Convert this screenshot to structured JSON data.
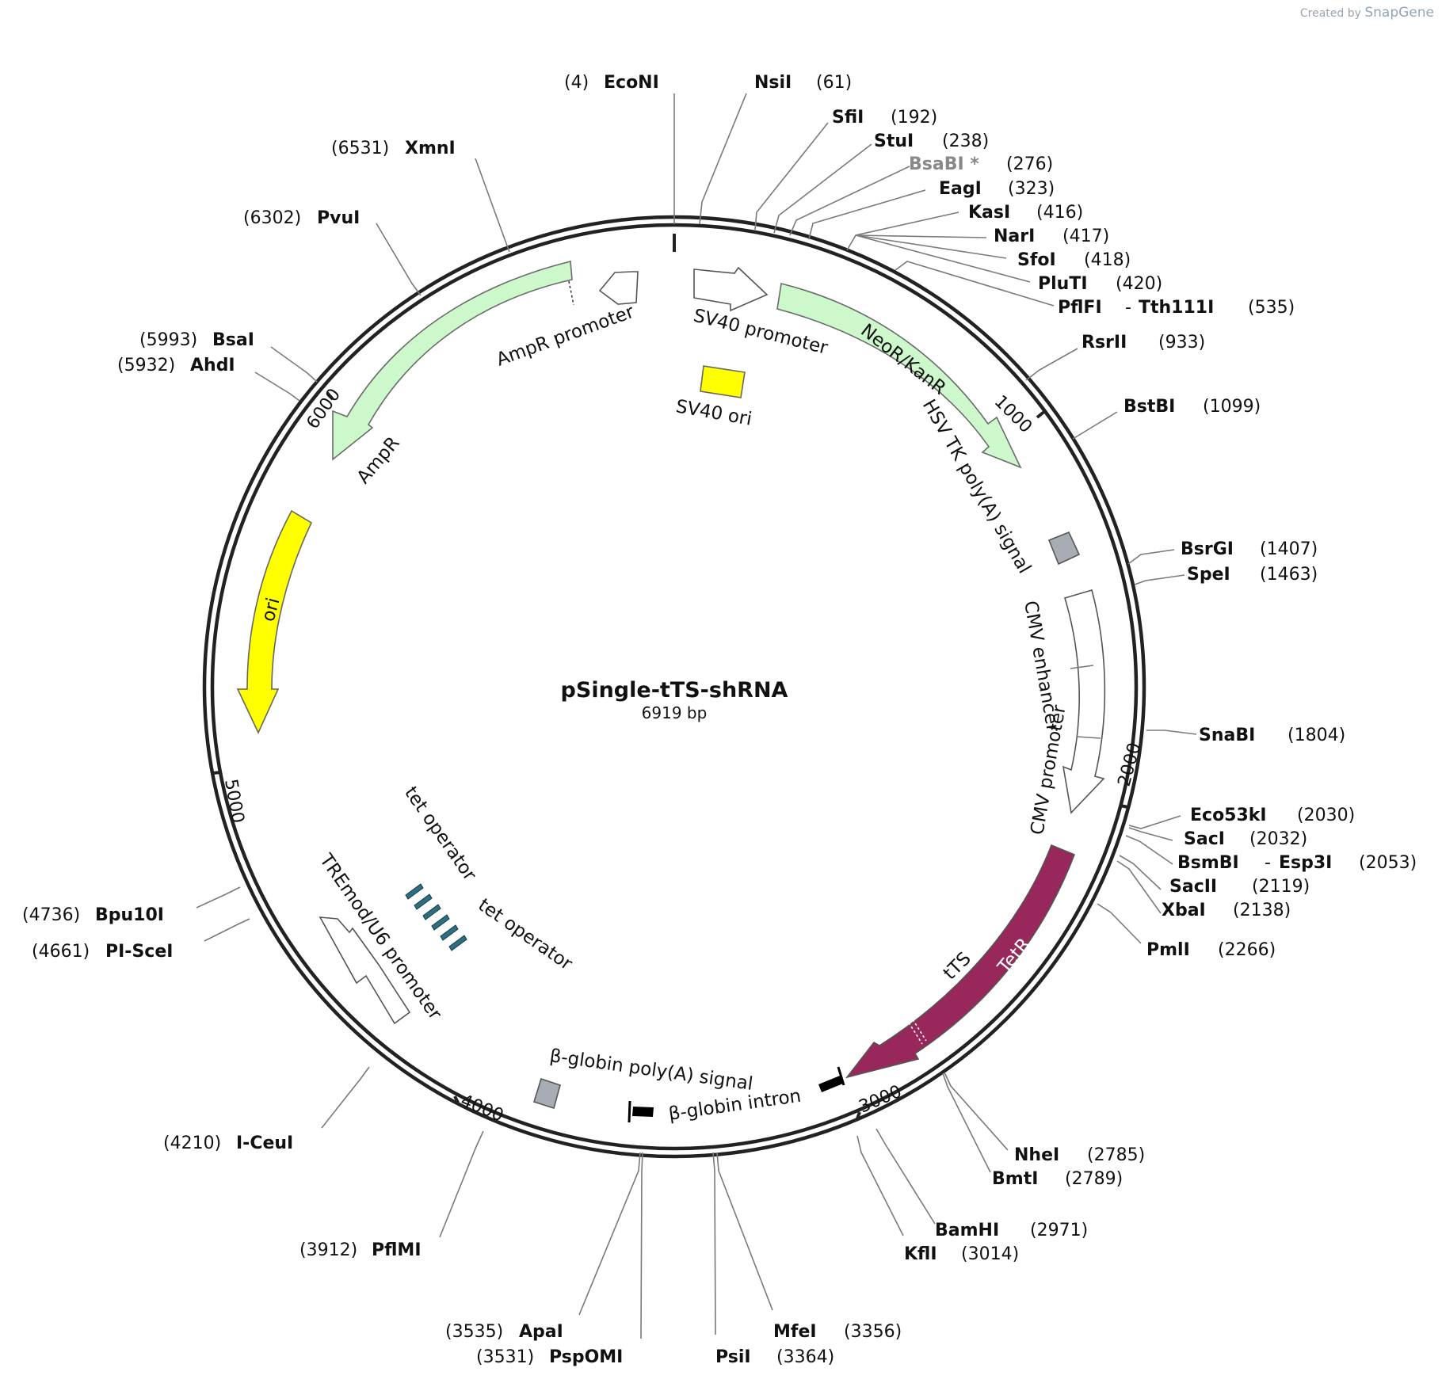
{
  "watermark": {
    "prefix": "Created by",
    "brand": "SnapGene"
  },
  "plasmid": {
    "name": "pSingle-tTS-shRNA",
    "length_label": "6919 bp"
  },
  "tick_marks": [
    "1000",
    "2000",
    "3000",
    "4000",
    "5000",
    "6000"
  ],
  "features": [
    {
      "name": "AmpR promoter",
      "label": "AmpR promoter",
      "color": "#ffffff"
    },
    {
      "name": "AmpR",
      "label": "AmpR",
      "color": "#ccf8cc"
    },
    {
      "name": "ori",
      "label": "ori",
      "color": "#ffff00"
    },
    {
      "name": "SV40 promoter",
      "label": "SV40 promoter",
      "color": "#ffffff"
    },
    {
      "name": "SV40 ori",
      "label": "SV40 ori",
      "color": "#ffff00"
    },
    {
      "name": "NeoR/KanR",
      "label": "NeoR/KanR",
      "color": "#ccf8cc"
    },
    {
      "name": "HSV TK poly(A) signal",
      "label": "HSV TK poly(A) signal",
      "color": "#a8adb5"
    },
    {
      "name": "CMV enhancer",
      "label": "CMV enhancer",
      "color": "#ffffff"
    },
    {
      "name": "CMV promoter",
      "label": "CMV promoter",
      "color": "#ffffff"
    },
    {
      "name": "tTS",
      "label": "tTS",
      "color": "#98285c"
    },
    {
      "name": "TetR",
      "label": "TetR",
      "color": "#98285c"
    },
    {
      "name": "β-globin intron",
      "label": "β-globin intron",
      "color": "#000000"
    },
    {
      "name": "β-globin poly(A) signal",
      "label": "β-globin poly(A) signal",
      "color": "#a8adb5"
    },
    {
      "name": "TREmod/U6 promoter",
      "label": "TREmod/U6 promoter",
      "color": "#ffffff"
    },
    {
      "name": "tet operator 1",
      "label": "tet operator",
      "color": "#2b6f80"
    },
    {
      "name": "tet operator 2",
      "label": "tet operator",
      "color": "#2b6f80"
    }
  ],
  "enzymes": [
    {
      "name": "EcoNI",
      "pos": "(4)"
    },
    {
      "name": "NsiI",
      "pos": "(61)"
    },
    {
      "name": "SfiI",
      "pos": "(192)"
    },
    {
      "name": "StuI",
      "pos": "(238)"
    },
    {
      "name": "BsaBI *",
      "pos": "(276)",
      "color": "#888888"
    },
    {
      "name": "EagI",
      "pos": "(323)"
    },
    {
      "name": "KasI",
      "pos": "(416)"
    },
    {
      "name": "NarI",
      "pos": "(417)"
    },
    {
      "name": "SfoI",
      "pos": "(418)"
    },
    {
      "name": "PluTI",
      "pos": "(420)"
    },
    {
      "name": "PflFI",
      "name2": "Tth111I",
      "sep": "-",
      "pos": "(535)"
    },
    {
      "name": "RsrII",
      "pos": "(933)"
    },
    {
      "name": "BstBI",
      "pos": "(1099)"
    },
    {
      "name": "BsrGI",
      "pos": "(1407)"
    },
    {
      "name": "SpeI",
      "pos": "(1463)"
    },
    {
      "name": "SnaBI",
      "pos": "(1804)"
    },
    {
      "name": "Eco53kI",
      "pos": "(2030)"
    },
    {
      "name": "SacI",
      "pos": "(2032)"
    },
    {
      "name": "BsmBI",
      "name2": "Esp3I",
      "sep": "-",
      "pos": "(2053)"
    },
    {
      "name": "SacII",
      "pos": "(2119)"
    },
    {
      "name": "XbaI",
      "pos": "(2138)"
    },
    {
      "name": "PmlI",
      "pos": "(2266)"
    },
    {
      "name": "NheI",
      "pos": "(2785)"
    },
    {
      "name": "BmtI",
      "pos": "(2789)"
    },
    {
      "name": "BamHI",
      "pos": "(2971)"
    },
    {
      "name": "KflI",
      "pos": "(3014)"
    },
    {
      "name": "MfeI",
      "pos": "(3356)"
    },
    {
      "name": "PsiI",
      "pos": "(3364)"
    },
    {
      "name": "ApaI",
      "pos": "(3535)"
    },
    {
      "name": "PspOMI",
      "pos": "(3531)"
    },
    {
      "name": "PflMI",
      "pos": "(3912)"
    },
    {
      "name": "I-CeuI",
      "pos": "(4210)"
    },
    {
      "name": "PI-SceI",
      "pos": "(4661)"
    },
    {
      "name": "Bpu10I",
      "pos": "(4736)"
    },
    {
      "name": "AhdI",
      "pos": "(5932)"
    },
    {
      "name": "BsaI",
      "pos": "(5993)"
    },
    {
      "name": "PvuI",
      "pos": "(6302)"
    },
    {
      "name": "XmnI",
      "pos": "(6531)"
    }
  ]
}
